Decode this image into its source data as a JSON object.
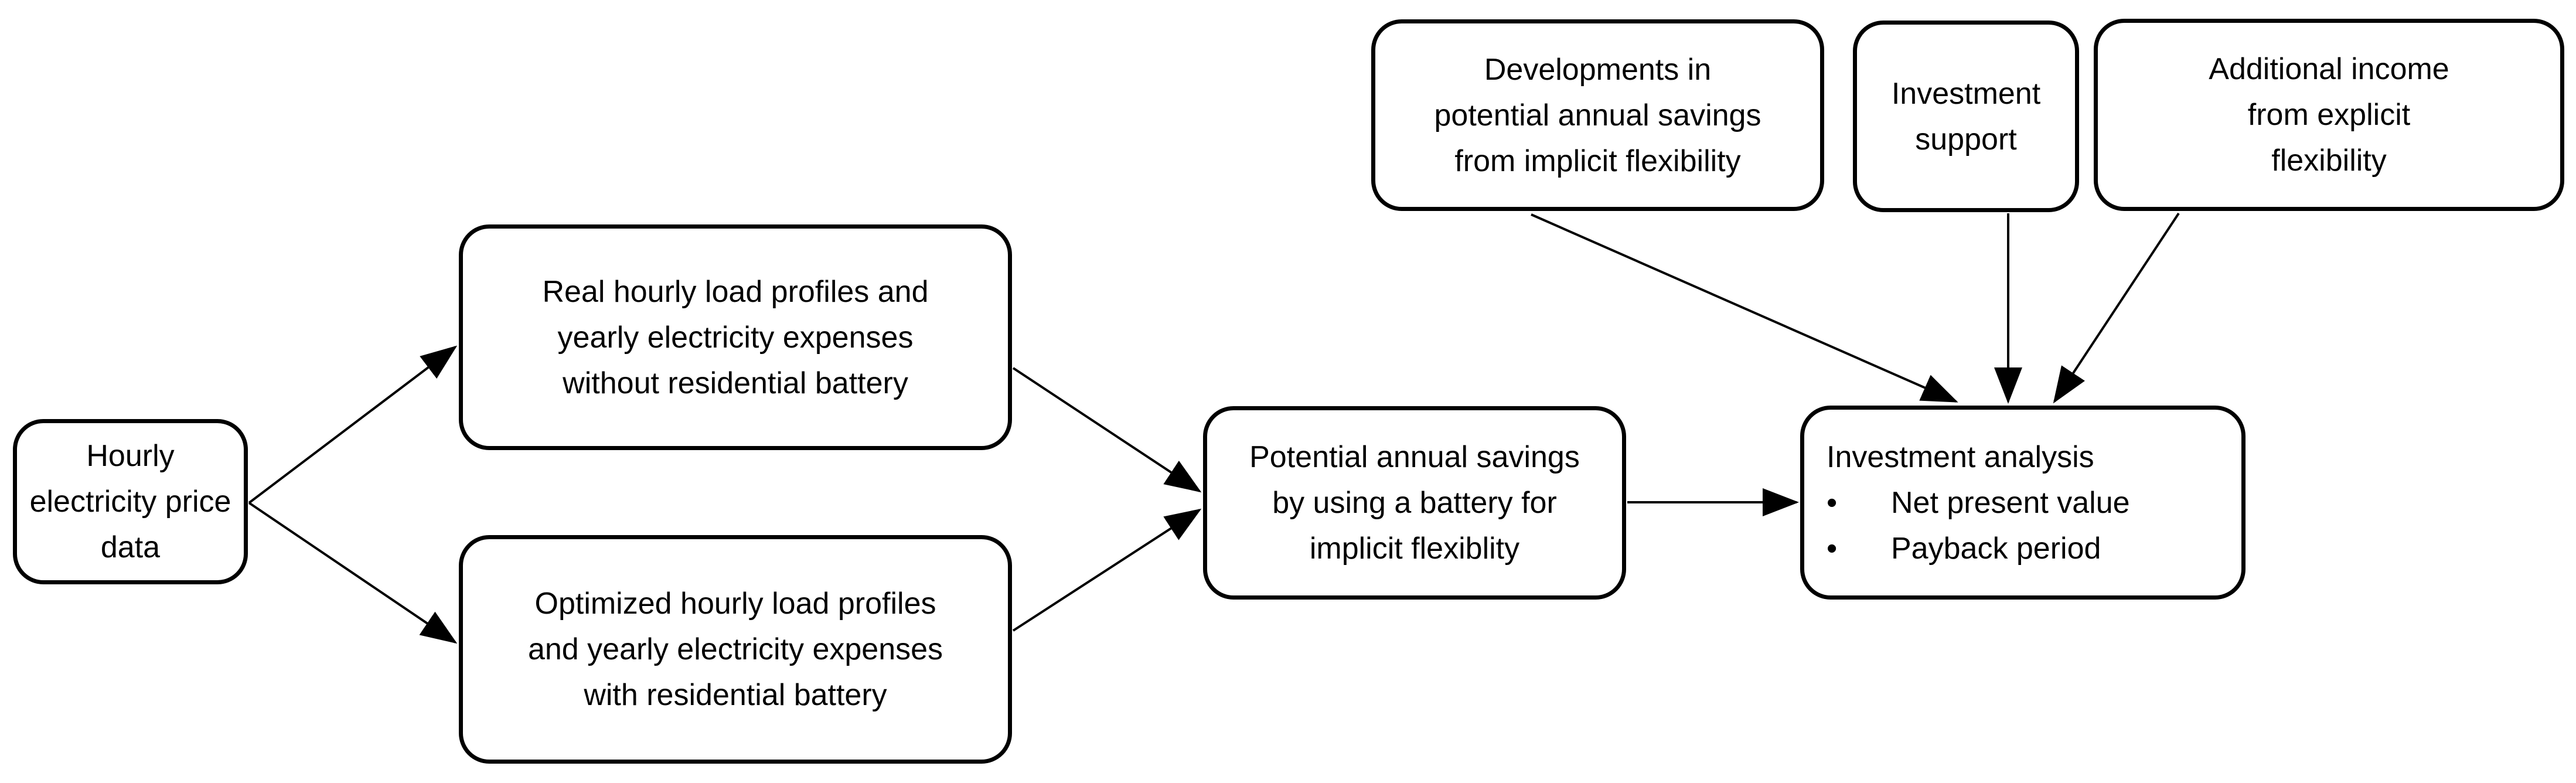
{
  "diagram": {
    "background_color": "#ffffff",
    "stroke_color": "#000000",
    "bullet_glyph": "•",
    "nodes": {
      "hourly_price": {
        "line1": "Hourly",
        "line2": "electricity price",
        "line3": "data"
      },
      "real_profiles": {
        "line1": "Real hourly load profiles and",
        "line2": "yearly electricity expenses",
        "line3": "without residential battery"
      },
      "optimized_profiles": {
        "line1": "Optimized hourly load profiles",
        "line2": "and yearly electricity expenses",
        "line3": "with residential battery"
      },
      "potential_savings": {
        "line1": "Potential annual savings",
        "line2": "by using a battery for",
        "line3": "implicit flexiblity"
      },
      "developments": {
        "line1": "Developments in",
        "line2": "potential annual savings",
        "line3": "from implicit flexibility"
      },
      "investment_support": {
        "line1": "Investment",
        "line2": "support"
      },
      "additional_income": {
        "line1": "Additional income",
        "line2": "from explicit",
        "line3": "flexibility"
      },
      "investment_analysis": {
        "title": "Investment analysis",
        "bullet1": "Net present value",
        "bullet2": "Payback period"
      }
    },
    "arrows": {
      "hourly_to_real": "Hourly electricity price data → Real hourly load profiles",
      "hourly_to_optimized": "Hourly electricity price data → Optimized hourly load profiles",
      "real_to_savings": "Real hourly load profiles → Potential annual savings",
      "optimized_to_savings": "Optimized hourly load profiles → Potential annual savings",
      "savings_to_analysis": "Potential annual savings → Investment analysis",
      "developments_to_analysis": "Developments in potential annual savings → Investment analysis",
      "support_to_analysis": "Investment support → Investment analysis",
      "income_to_analysis": "Additional income from explicit flexibility → Investment analysis"
    }
  }
}
